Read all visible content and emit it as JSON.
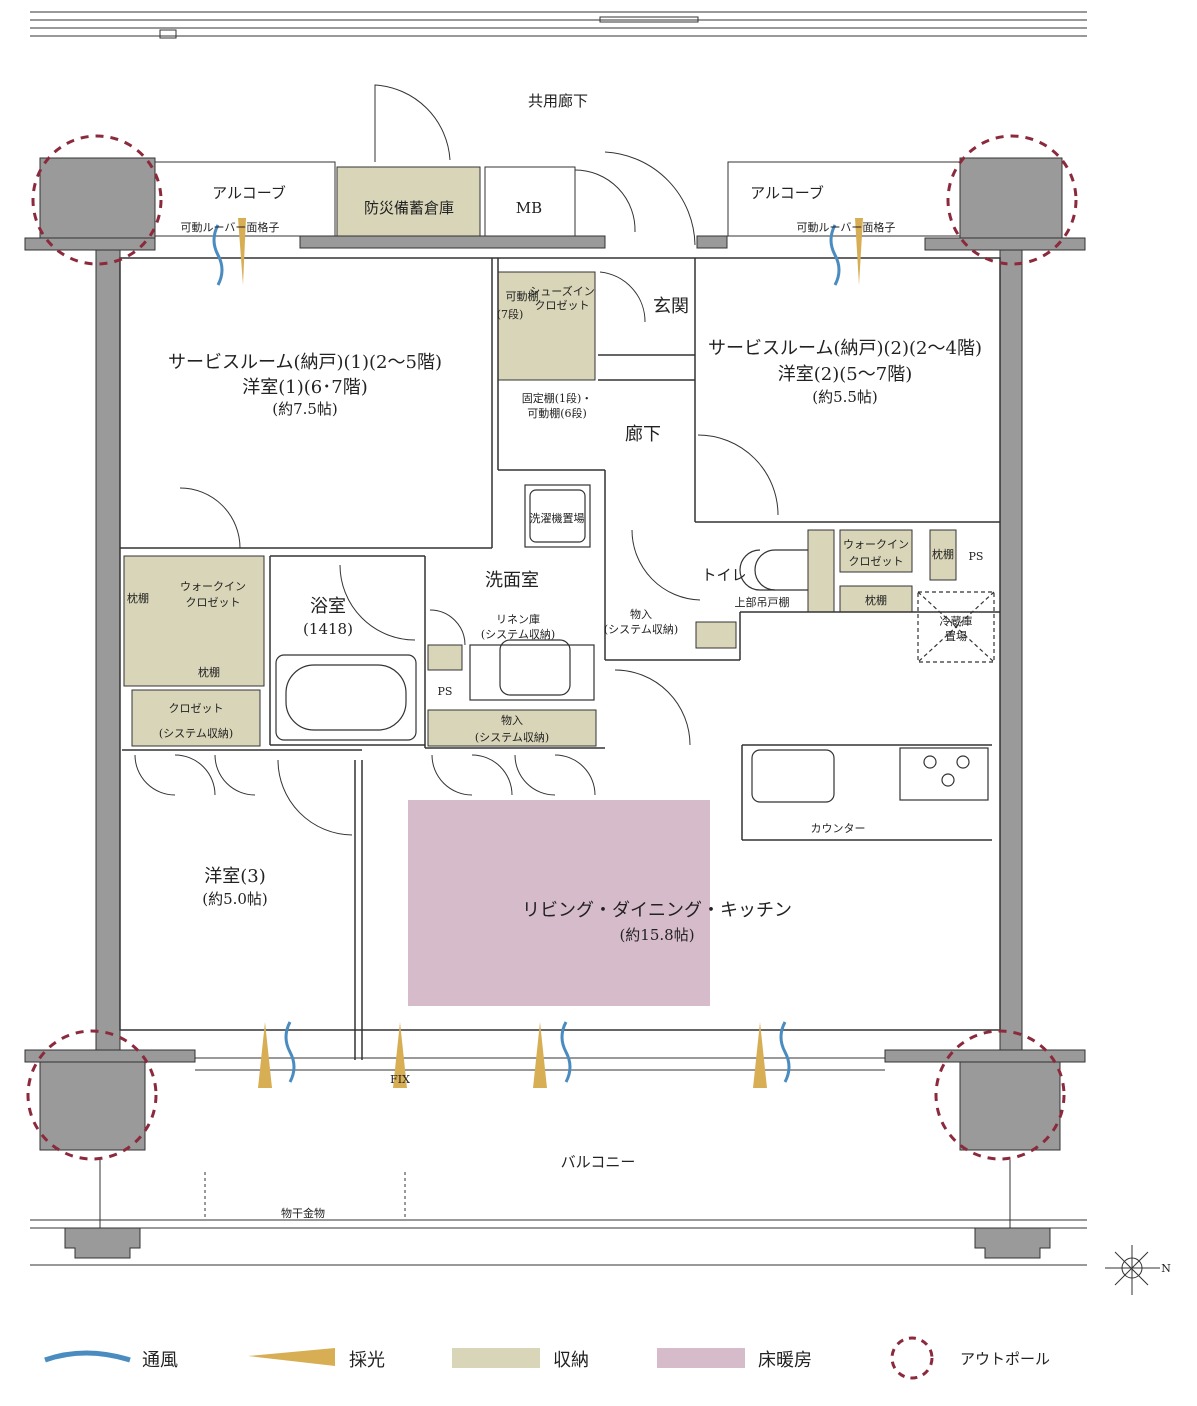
{
  "colors": {
    "wall": "#9a9a9a",
    "storage": "#d9d5b8",
    "floor_heating": "#d6bccb",
    "ventilation": "#4a8cc0",
    "lighting": "#d8ae55",
    "outpole": "#8c2a3d"
  },
  "rooms": {
    "corridor_common": "共用廊下",
    "alcove_left": "アルコーブ",
    "alcove_right": "アルコーブ",
    "disaster_storage": "防災備蓄倉庫",
    "mb": "MB",
    "louver_left": "可動ルーバー面格子",
    "louver_right": "可動ルーバー面格子",
    "service1_l1": "サービスルーム(納戸)(1)(2〜5階)",
    "service1_l2": "洋室(1)(6･7階)",
    "service1_l3": "(約7.5帖)",
    "shoes_closet": "シューズイン\nクロゼット",
    "movable_shelf": "可動棚",
    "seven_steps": "(7段)",
    "entrance": "玄関",
    "fixed_shelf_l1": "固定棚(1段)・",
    "fixed_shelf_l2": "可動棚(6段)",
    "service2_l1": "サービスルーム(納戸)(2)(2〜4階)",
    "service2_l2": "洋室(2)(5〜7階)",
    "service2_l3": "(約5.5帖)",
    "hallway": "廊下",
    "washer": "洗濯機置場",
    "washroom": "洗面室",
    "toilet": "トイレ",
    "upper_cabinet": "上部吊戸棚",
    "wic_right_l1": "ウォークイン",
    "wic_right_l2": "クロゼット",
    "pillow_shelf_v": "枕棚",
    "pillow_shelf": "枕棚",
    "ps": "PS",
    "fridge_l1": "冷蔵庫",
    "fridge_l2": "置場",
    "wic_left_l1": "ウォークイン",
    "wic_left_l2": "クロゼット",
    "pillow_left_v": "枕棚",
    "pillow_left": "枕棚",
    "bath": "浴室",
    "bath_size": "(1418)",
    "linen_l1": "リネン庫",
    "linen_l2": "(システム収納)",
    "storage_l1": "物入",
    "storage_l2": "(システム収納)",
    "ps2": "PS",
    "closet_l1": "クロゼット",
    "closet_l2": "(システム収納)",
    "storage2_l1": "物入",
    "storage2_l2": "(システム収納)",
    "counter": "カウンター",
    "room3_l1": "洋室(3)",
    "room3_l2": "(約5.0帖)",
    "ldk_l1": "リビング・ダイニング・キッチン",
    "ldk_l2": "(約15.8帖)",
    "fix": "FIX",
    "balcony": "バルコニー",
    "laundry_hardware": "物干金物",
    "compass_n": "N"
  },
  "legend": {
    "ventilation": "通風",
    "lighting": "採光",
    "storage": "収納",
    "floor_heating": "床暖房",
    "outpole": "アウトポール"
  }
}
